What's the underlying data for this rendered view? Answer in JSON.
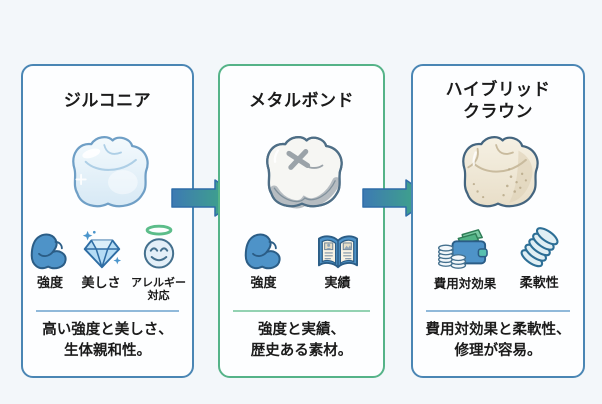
{
  "canvas": {
    "bg_color": "#f3f7fa"
  },
  "arrows": {
    "gradient_from": "#3d7ab3",
    "gradient_to": "#3fae7e",
    "outline": "#2e6da8"
  },
  "cards": [
    {
      "title": "ジルコニア",
      "border_color": "#4a86b4",
      "divider_color": "#90b9da",
      "tooth": "zirconia-crown-translucent-blue",
      "features": [
        {
          "icon": "muscle-strength-icon",
          "label": "強度"
        },
        {
          "icon": "diamond-beauty-icon",
          "label": "美しさ"
        },
        {
          "icon": "smiley-halo-allergy-icon",
          "label": "アレルギー\n対応"
        }
      ],
      "description": "高い強度と美しさ、\n生体親和性。"
    },
    {
      "title": "メタルボンド",
      "border_color": "#55b388",
      "divider_color": "#93d2b2",
      "tooth": "metal-bond-crown-white-gray",
      "features": [
        {
          "icon": "muscle-strength-icon",
          "label": "強度"
        },
        {
          "icon": "open-book-icon",
          "label": "実績"
        }
      ],
      "description": "強度と実績、\n歴史ある素材。"
    },
    {
      "title": "ハイブリッド\nクラウン",
      "border_color": "#4a86b4",
      "divider_color": "#90b9da",
      "tooth": "hybrid-crown-cream",
      "features": [
        {
          "icon": "wallet-money-icon",
          "label": "費用対効果"
        },
        {
          "icon": "spring-icon",
          "label": "柔軟性"
        }
      ],
      "description": "費用対効果と柔軟性、\n修理が容易。"
    }
  ]
}
